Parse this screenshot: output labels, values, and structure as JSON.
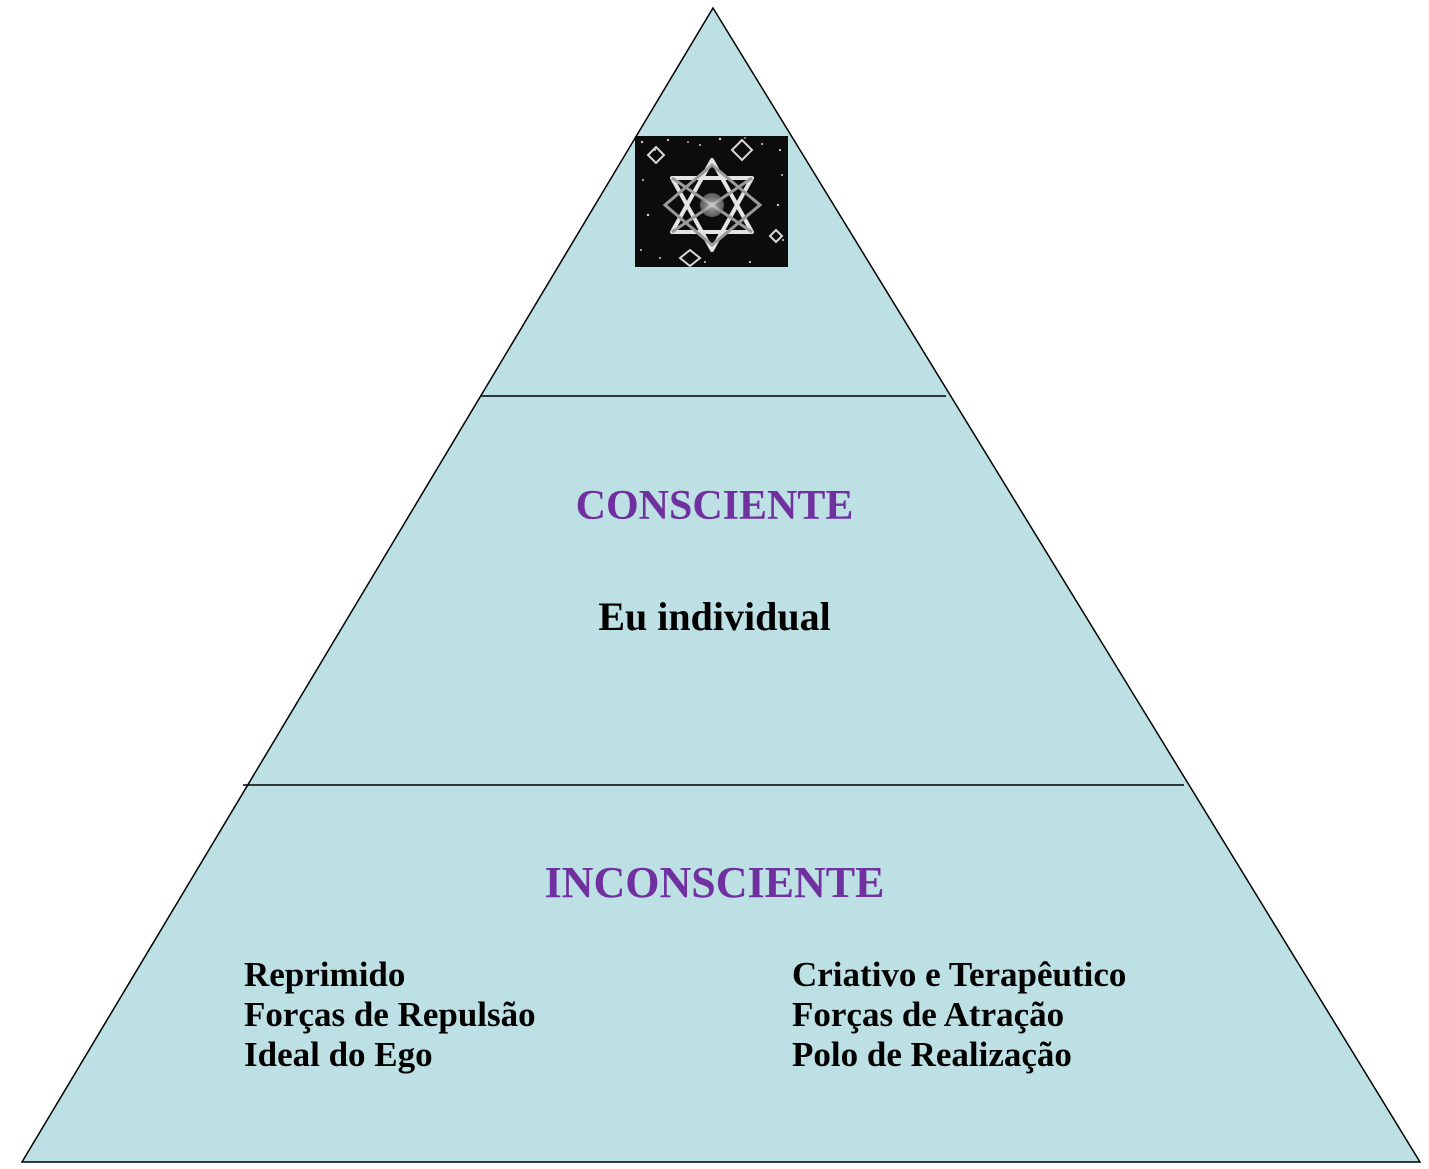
{
  "colors": {
    "pyramid_fill": "#bce0e3",
    "outline": "#000000",
    "heading_color": "#7030a0",
    "text_color": "#000000"
  },
  "top_section": {
    "image": "escher-stars-artwork"
  },
  "middle_section": {
    "heading": "CONSCIENTE",
    "subheading": "Eu individual"
  },
  "bottom_section": {
    "heading": "INCONSCIENTE",
    "left_column": [
      "Reprimido",
      "Forças de Repulsão",
      "Ideal do Ego"
    ],
    "right_column": [
      "Criativo e Terapêutico",
      "Forças de Atração",
      "Polo de Realização"
    ]
  }
}
